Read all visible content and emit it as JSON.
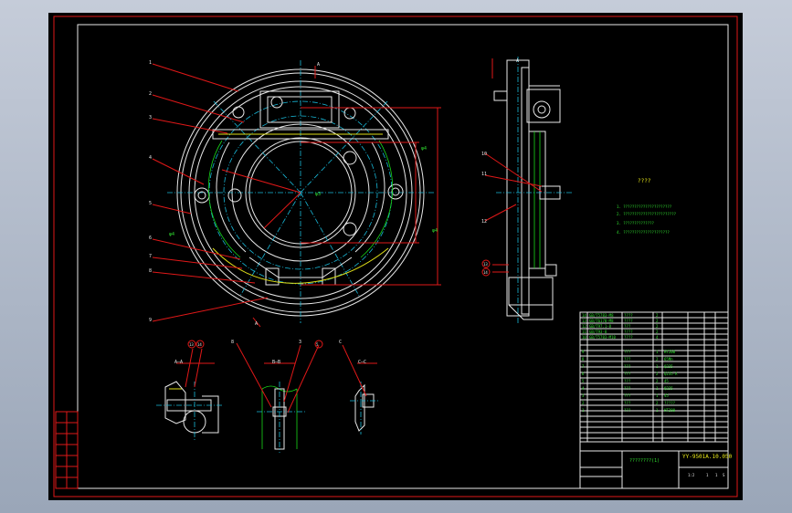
{
  "drawing": {
    "drawing_number": "YY-9501A.10.050",
    "drawing_title": "????????(1)",
    "notes_title": "????",
    "section_labels": {
      "a_a": "A—A",
      "b_b": "B—B",
      "c_c": "C—C",
      "a_letter": "A",
      "c_letter": "C"
    },
    "dims": {
      "phi1": "φ4",
      "phi2": "φ3",
      "phi3": "φ4",
      "phi4": "φ4"
    },
    "callouts_main": [
      "1",
      "2",
      "3",
      "4",
      "5",
      "6",
      "7",
      "8",
      "9"
    ],
    "callouts_side": [
      "10",
      "11",
      "12"
    ],
    "callout_circles": [
      "13",
      "14"
    ],
    "notes": [
      "1. ??????????????????????",
      "2. ????????????????????????",
      "3. ??????????????",
      "4. ?????????????????????"
    ],
    "bom_top_rows": [
      [
        "14",
        "GB/T5783-M8",
        "????",
        "2",
        "",
        ""
      ],
      [
        "13",
        "GB/T6170-M8",
        "????",
        "2",
        "",
        ""
      ],
      [
        "12",
        "GB/T97.1-8",
        "???",
        "2",
        "",
        ""
      ],
      [
        "11",
        "GB/T93-8",
        "????",
        "2",
        "",
        ""
      ],
      [
        "10",
        "GB/T5783-M10",
        "????",
        "4",
        "",
        ""
      ]
    ],
    "bom_rows": [
      [
        "9",
        "",
        "???",
        "1",
        "HT200",
        ""
      ],
      [
        "8",
        "",
        "???",
        "2",
        "65Mn",
        ""
      ],
      [
        "7",
        "",
        "???",
        "1",
        "Q235",
        ""
      ],
      [
        "6",
        "",
        "???",
        "2",
        "Q235-A",
        ""
      ],
      [
        "5",
        "",
        "???",
        "2",
        "45",
        ""
      ],
      [
        "4",
        "",
        "???",
        "1",
        "Q235",
        ""
      ],
      [
        "3",
        "",
        "???",
        "1",
        "45",
        ""
      ],
      [
        "2",
        "",
        "???",
        "2",
        "?????",
        ""
      ],
      [
        "1",
        "",
        "???",
        "1",
        "HT200",
        ""
      ]
    ],
    "title_block": {
      "scale_label": "1:2",
      "sheet": "1",
      "weight": "1",
      "stage": "S"
    }
  }
}
